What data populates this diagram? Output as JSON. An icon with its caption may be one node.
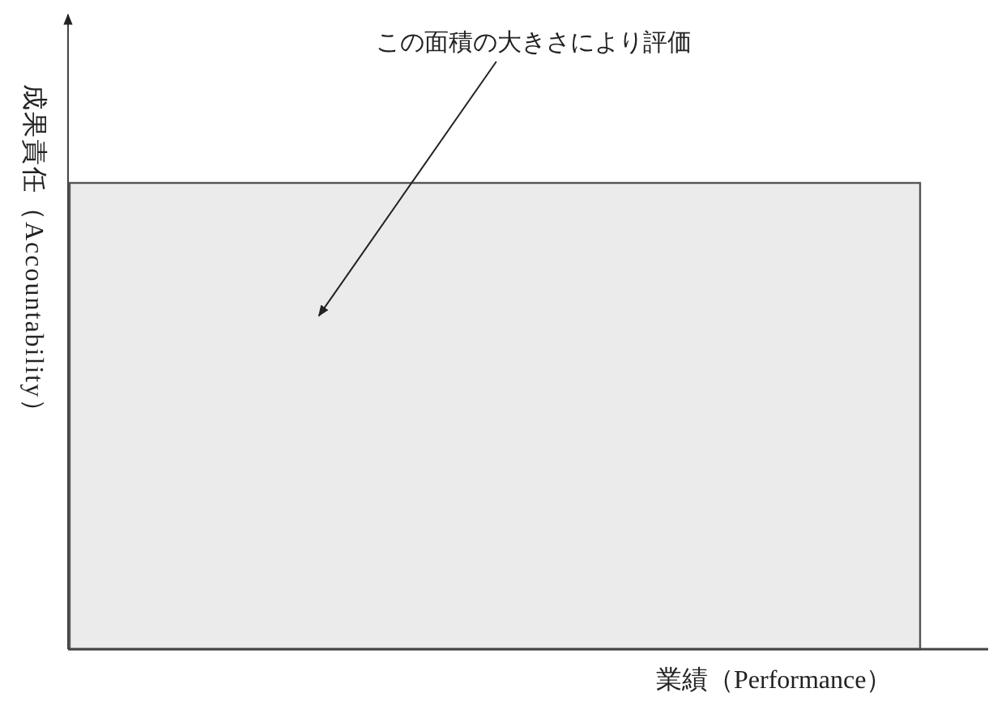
{
  "diagram": {
    "nodes": [
      {
        "text": [
          "この面積の大きさにより評価"
        ]
      },
      {
        "text": [],
        "shape": "box"
      }
    ],
    "edges": [
      {
        "from": 0,
        "to": 1,
        "arrow": "to"
      }
    ],
    "labels": [
      "成果責任（Accountability）",
      "業績（Performance）"
    ]
  }
}
